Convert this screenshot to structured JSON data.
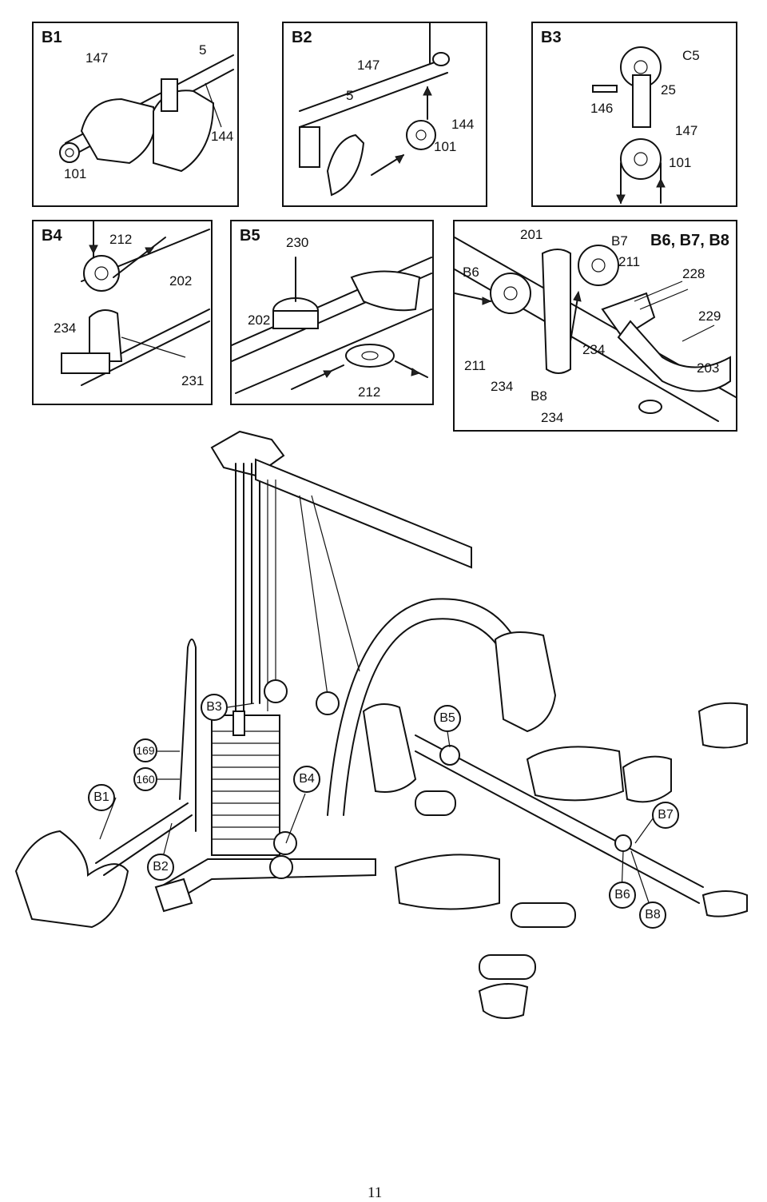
{
  "panels": [
    {
      "id": "B1",
      "title": "B1",
      "labels": [
        "147",
        "5",
        "144",
        "101"
      ]
    },
    {
      "id": "B2",
      "title": "B2",
      "labels": [
        "147",
        "5",
        "144",
        "101"
      ]
    },
    {
      "id": "B3",
      "title": "B3",
      "labels": [
        "C5",
        "146",
        "25",
        "147",
        "101"
      ]
    },
    {
      "id": "B4",
      "title": "B4",
      "labels": [
        "212",
        "202",
        "234",
        "231"
      ]
    },
    {
      "id": "B5",
      "title": "B5",
      "labels": [
        "230",
        "202",
        "212"
      ]
    },
    {
      "id": "B678",
      "title": "B6, B7, B8",
      "labels": [
        "201",
        "B7",
        "B6",
        "211",
        "228",
        "229",
        "234",
        "211",
        "234",
        "B8",
        "203",
        "234"
      ]
    }
  ],
  "callouts": {
    "b1": "B1",
    "b2": "B2",
    "b3": "B3",
    "b4": "B4",
    "b5": "B5",
    "b6": "B6",
    "b7": "B7",
    "b8": "B8",
    "p169": "169",
    "p160": "160"
  },
  "page_number": "11"
}
